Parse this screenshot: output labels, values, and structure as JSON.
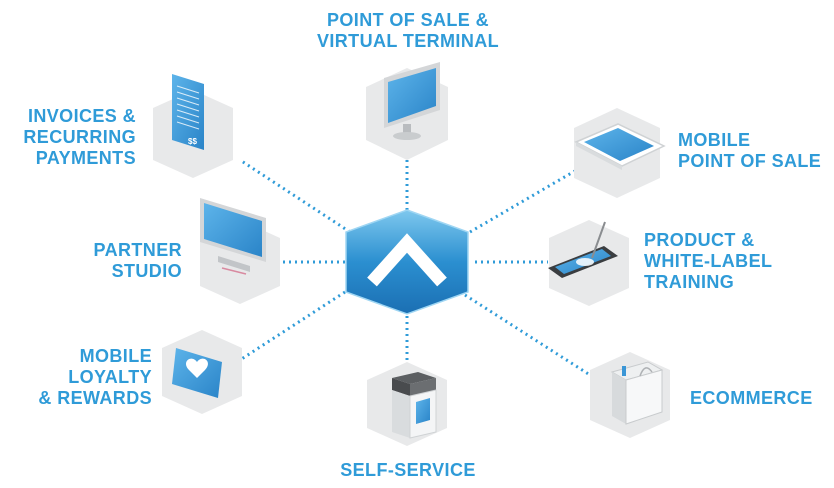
{
  "center": {
    "icon": "chevron-up-logo"
  },
  "nodes": [
    {
      "id": "pos",
      "icon": "monitor-icon",
      "label_lines": [
        "POINT OF SALE &",
        "VIRTUAL TERMINAL"
      ]
    },
    {
      "id": "mobile-pos",
      "icon": "tablet-icon",
      "label_lines": [
        "MOBILE",
        "POINT OF SALE"
      ]
    },
    {
      "id": "training",
      "icon": "tablet-stylus-icon",
      "label_lines": [
        "PRODUCT &",
        "WHITE-LABEL",
        "TRAINING"
      ]
    },
    {
      "id": "ecommerce",
      "icon": "shopping-bag-icon",
      "label_lines": [
        "ECOMMERCE"
      ]
    },
    {
      "id": "self-service",
      "icon": "kiosk-icon",
      "label_lines": [
        "SELF-SERVICE"
      ]
    },
    {
      "id": "loyalty",
      "icon": "heart-card-icon",
      "label_lines": [
        "MOBILE",
        "LOYALTY",
        "& REWARDS"
      ]
    },
    {
      "id": "partner",
      "icon": "tv-monitor-icon",
      "label_lines": [
        "PARTNER",
        "STUDIO"
      ]
    },
    {
      "id": "invoices",
      "icon": "invoice-icon",
      "label_lines": [
        "INVOICES &",
        "RECURRING",
        "PAYMENTS"
      ],
      "icon_text": "$$"
    }
  ],
  "colors": {
    "accent": "#2f9bd8",
    "hex_tile": "#e8e9ea",
    "connector": "#2f9bd8",
    "device_blue": "#3a96d6"
  }
}
